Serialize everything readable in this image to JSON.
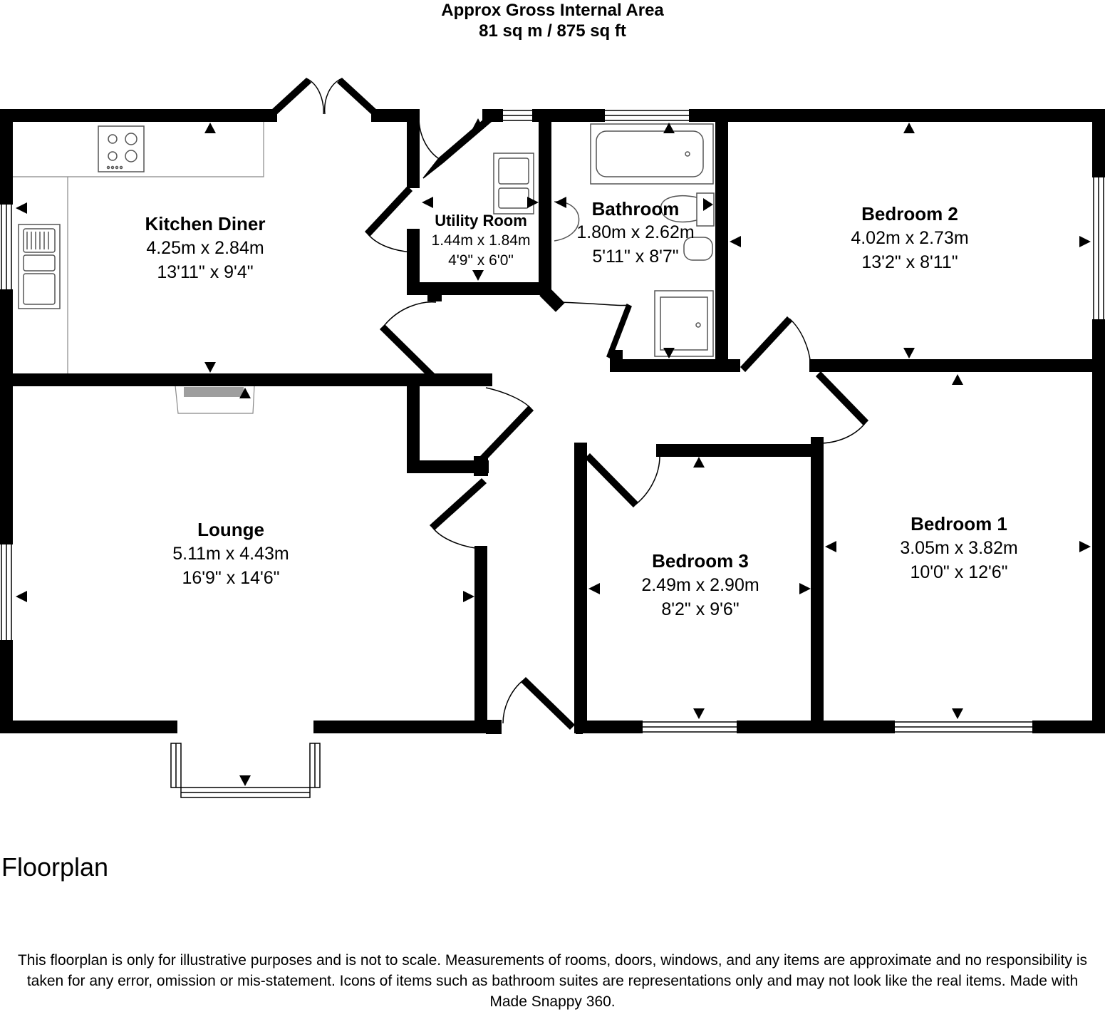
{
  "header": {
    "line1": "Approx Gross Internal Area",
    "line2": "81 sq m / 875 sq ft"
  },
  "rooms": [
    {
      "name": "Kitchen Diner",
      "metric": "4.25m x 2.84m",
      "imperial": "13'11\" x 9'4\""
    },
    {
      "name": "Utility Room",
      "metric": "1.44m x 1.84m",
      "imperial": "4'9\" x 6'0\""
    },
    {
      "name": "Bathroom",
      "metric": "1.80m x 2.62m",
      "imperial": "5'11\" x 8'7\""
    },
    {
      "name": "Bedroom 2",
      "metric": "4.02m x 2.73m",
      "imperial": "13'2\" x 8'11\""
    },
    {
      "name": "Lounge",
      "metric": "5.11m x 4.43m",
      "imperial": "16'9\" x 14'6\""
    },
    {
      "name": "Bedroom 3",
      "metric": "2.49m x 2.90m",
      "imperial": "8'2\" x 9'6\""
    },
    {
      "name": "Bedroom 1",
      "metric": "3.05m x 3.82m",
      "imperial": "10'0\" x 12'6\""
    }
  ],
  "plan_label": "Floorplan",
  "disclaimer": "This floorplan is only for illustrative purposes and is not to scale. Measurements of rooms, doors, windows, and any items are approximate and no responsibility is taken for any error, omission or mis-statement. Icons of items such as bathroom suites are representations only and may not look like the real items. Made with Made Snappy 360.",
  "colors": {
    "wall": "#000000",
    "fixture": "#888888",
    "background": "#ffffff"
  }
}
